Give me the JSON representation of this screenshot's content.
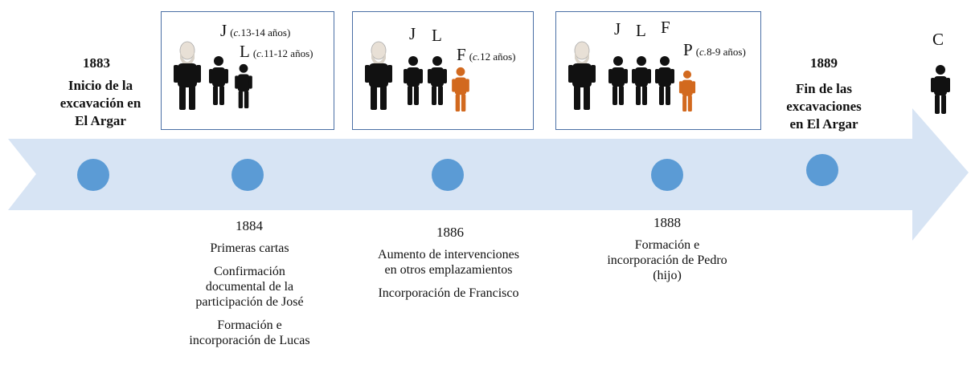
{
  "colors": {
    "arrow": "#d7e4f4",
    "node": "#5b9bd5",
    "box_border": "#4a6fa5",
    "adult": "#111111",
    "new_child": "#d2691e"
  },
  "start": {
    "year": "1883",
    "label_lines": [
      "Inicio de la",
      "excavación en",
      "El Argar"
    ]
  },
  "end": {
    "year": "1889",
    "label_lines": [
      "Fin de las",
      "excavaciones",
      "en El Argar"
    ]
  },
  "far_right_letter": "C",
  "boxes": [
    {
      "letters": [
        {
          "letter": "J",
          "age_prefix": "c.",
          "age": "13-14 años"
        },
        {
          "letter": "L",
          "age_prefix": "c.",
          "age": "11-12 años"
        }
      ]
    },
    {
      "letters": [
        {
          "letter": "J"
        },
        {
          "letter": "L"
        },
        {
          "letter": "F",
          "age_prefix": "c.",
          "age": "12 años"
        }
      ]
    },
    {
      "letters": [
        {
          "letter": "J"
        },
        {
          "letter": "L"
        },
        {
          "letter": "F"
        },
        {
          "letter": "P",
          "age_prefix": "c.",
          "age": "8-9 años"
        }
      ]
    }
  ],
  "milestones": [
    {
      "year": "1884",
      "items": [
        "Primeras cartas",
        "Confirmación documental de la participación de José",
        "Formación e incorporación de Lucas"
      ]
    },
    {
      "year": "1886",
      "items": [
        "Aumento de intervenciones en otros emplazamientos",
        "Incorporación de Francisco"
      ]
    },
    {
      "year": "1888",
      "items": [
        "Formación e incorporación de Pedro (hijo)"
      ]
    }
  ]
}
